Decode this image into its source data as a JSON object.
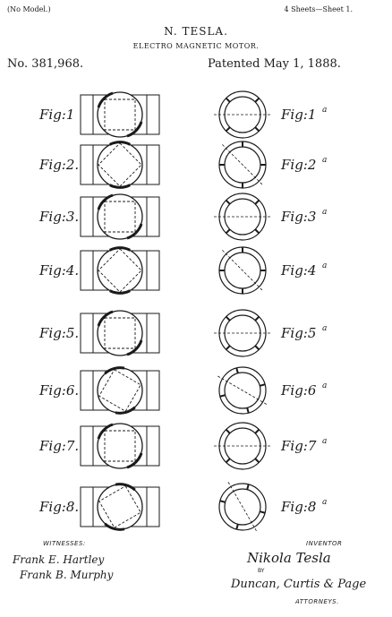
{
  "header": {
    "model_note": "(No Model.)",
    "sheets": "4 Sheets—Sheet 1.",
    "inventor": "N. TESLA.",
    "title": "ELECTRO MAGNETIC MOTOR.",
    "patent_no": "No. 381,968.",
    "patented": "Patented May 1, 1888."
  },
  "left_figures": [
    {
      "label": "Fig:1"
    },
    {
      "label": "Fig:2."
    },
    {
      "label": "Fig:3."
    },
    {
      "label": "Fig:4."
    },
    {
      "label": "Fig:5."
    },
    {
      "label": "Fig:6."
    },
    {
      "label": "Fig:7."
    },
    {
      "label": "Fig:8."
    }
  ],
  "right_figures": [
    {
      "label": "Fig:1",
      "sup": "a"
    },
    {
      "label": "Fig:2",
      "sup": "a"
    },
    {
      "label": "Fig:3",
      "sup": "a"
    },
    {
      "label": "Fig:4",
      "sup": "a"
    },
    {
      "label": "Fig:5",
      "sup": "a"
    },
    {
      "label": "Fig:6",
      "sup": "a"
    },
    {
      "label": "Fig:7",
      "sup": "a"
    },
    {
      "label": "Fig:8",
      "sup": "a"
    }
  ],
  "footer": {
    "witnesses_label": "WITNESSES:",
    "witness_1": "Frank E. Hartley",
    "witness_2": "Frank B. Murphy",
    "inventor_label": "INVENTOR",
    "inventor_signature": "Nikola Tesla",
    "by": "BY",
    "attorneys_signature": "Duncan, Curtis & Page",
    "attorneys_label": "ATTORNEYS."
  }
}
